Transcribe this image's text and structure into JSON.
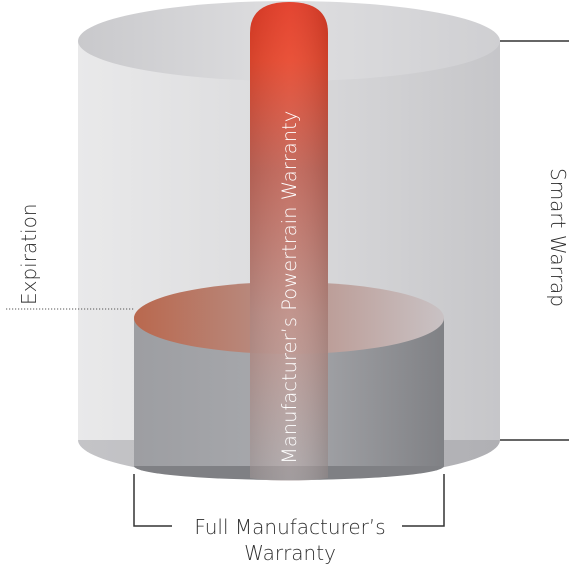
{
  "labels": {
    "expiration": "Expiration",
    "powertrain": "Manufacturer’s Powertrain Warranty",
    "full_line1": "Full Manufacturer’s",
    "full_line2": "Warranty",
    "right_partial": "Smart Warrap"
  },
  "colors": {
    "outer_cylinder": "#d9d9db",
    "inner_cylinder": "#8f9094",
    "powertrain_top": "#e8402a",
    "text": "#2f2f2f",
    "bracket": "#333333"
  }
}
